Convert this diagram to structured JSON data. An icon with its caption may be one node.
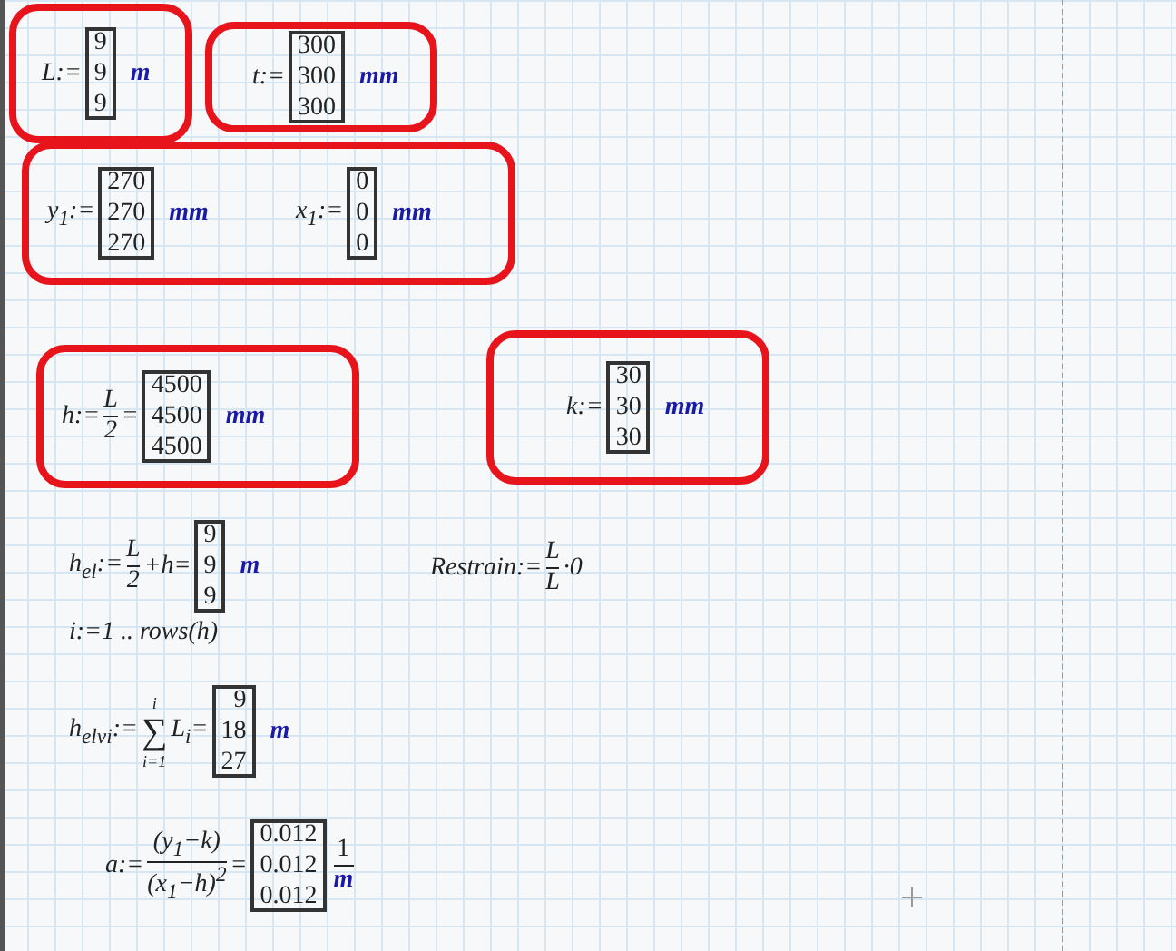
{
  "diagram": {
    "nodes": [
      {
        "text": [
          "L:=",
          "9",
          "9",
          "9",
          "m"
        ]
      },
      {
        "text": [
          "t:=",
          "300",
          "300",
          "300",
          "mm"
        ]
      },
      {
        "text": [
          "y$_{1}$:=",
          "270",
          "270",
          "270",
          "mm",
          "x$_{1}$:=",
          "0",
          "0",
          "0",
          "mm"
        ]
      },
      {
        "text": [
          "h:=",
          "L",
          "2",
          "=",
          "4500",
          "4500",
          "4500",
          "mm"
        ]
      },
      {
        "text": [
          "k:=",
          "30",
          "30",
          "30",
          "mm"
        ]
      }
    ],
    "labels": [
      "h$_{el}$:=",
      "L",
      "2",
      "+h=",
      "9",
      "9",
      "9",
      "m",
      "Restrain:=",
      "L",
      "L",
      "·0",
      "i:=1 .. rows(h)",
      "h$_{elv}$$_{i}$:=",
      "i",
      "∑",
      "i=1",
      "L$_{i}$=",
      "9",
      "18",
      "27",
      "m",
      "a:=",
      "(y$_{1}$−k)",
      "(x$_{1}$−h)$^{2}$",
      "=",
      "0.012",
      "0.012",
      "0.012",
      "1",
      "m"
    ]
  }
}
